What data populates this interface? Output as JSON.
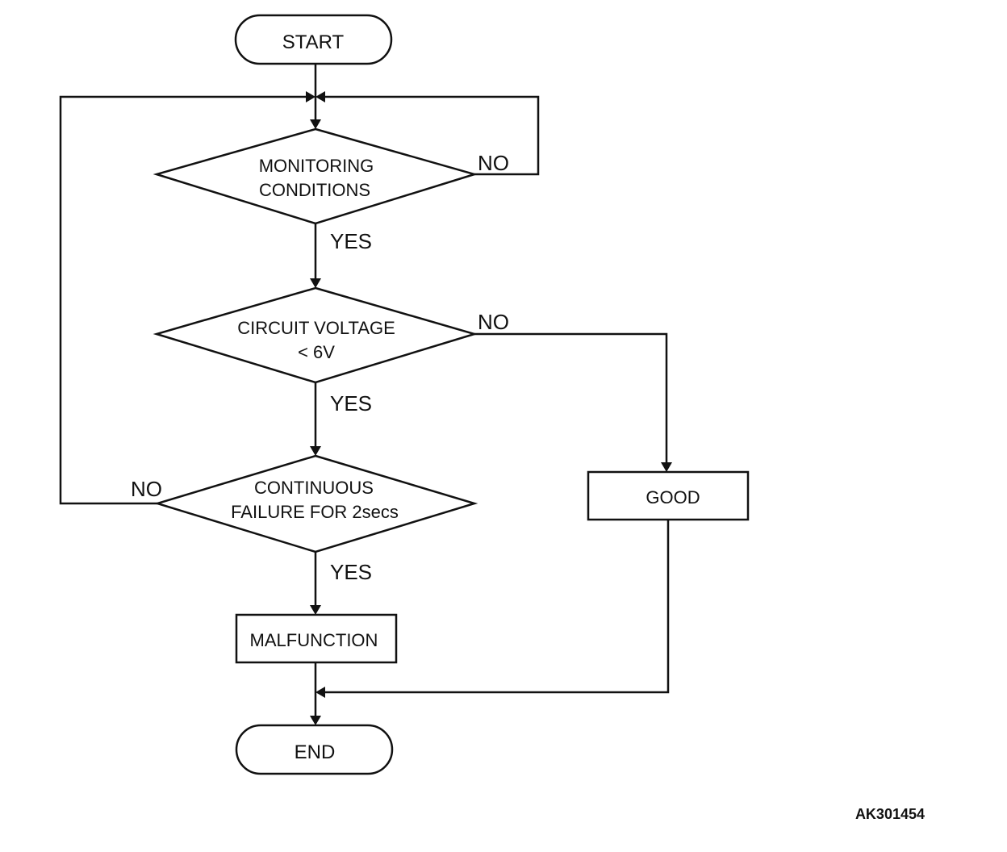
{
  "nodes": {
    "start": "START",
    "monitoring": [
      "MONITORING",
      "CONDITIONS"
    ],
    "voltage": [
      "CIRCUIT VOLTAGE",
      "< 6V"
    ],
    "continuous": [
      "CONTINUOUS",
      "FAILURE FOR 2secs"
    ],
    "malfunction": "MALFUNCTION",
    "good": "GOOD",
    "end": "END"
  },
  "edge_labels": {
    "monitoring_no": "NO",
    "monitoring_yes": "YES",
    "voltage_no": "NO",
    "voltage_yes": "YES",
    "continuous_no": "NO",
    "continuous_yes": "YES"
  },
  "reference_code": "AK301454"
}
